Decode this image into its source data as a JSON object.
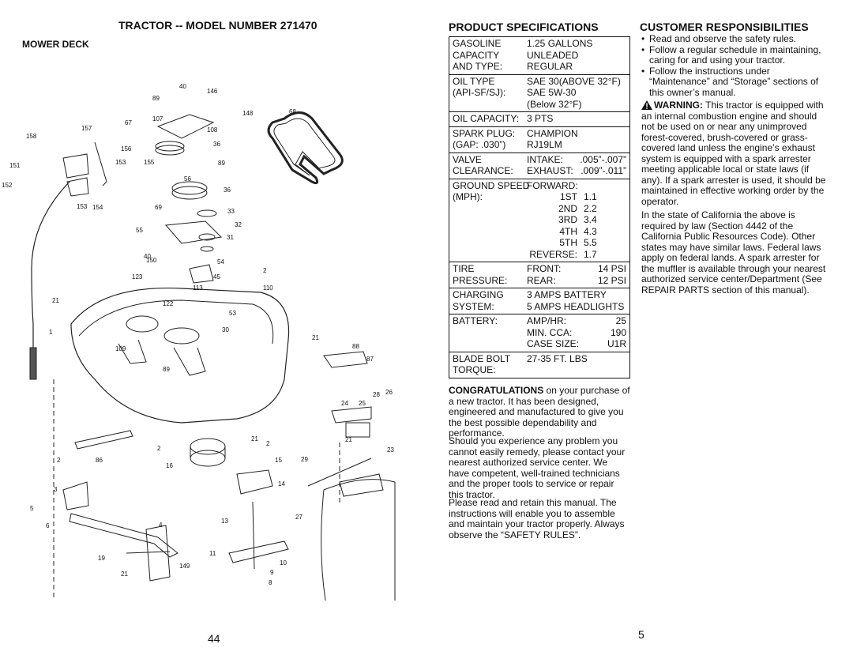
{
  "left_page": {
    "title": "TRACTOR -- MODEL NUMBER 271470",
    "subtitle": "MOWER DECK",
    "page_number": "44",
    "callouts": [
      "40",
      "146",
      "89",
      "148",
      "107",
      "67",
      "108",
      "157",
      "158",
      "156",
      "36",
      "151",
      "153",
      "155",
      "89",
      "56",
      "152",
      "36",
      "153",
      "154",
      "69",
      "33",
      "32",
      "55",
      "31",
      "40",
      "54",
      "150",
      "2",
      "123",
      "45",
      "113",
      "110",
      "21",
      "122",
      "53",
      "1",
      "30",
      "21",
      "88",
      "109",
      "87",
      "89",
      "24",
      "25",
      "28",
      "26",
      "2",
      "21",
      "21",
      "2",
      "23",
      "2",
      "86",
      "16",
      "15",
      "29",
      "14",
      "3",
      "5",
      "27",
      "13",
      "6",
      "4",
      "11",
      "19",
      "10",
      "9",
      "21",
      "149",
      "8",
      "68"
    ]
  },
  "specs": {
    "title": "PRODUCT SPECIFICATIONS",
    "groups": [
      {
        "rows": [
          {
            "label": "GASOLINE",
            "value": "1.25 GALLONS"
          },
          {
            "label": "CAPACITY",
            "value": "UNLEADED"
          },
          {
            "label": "AND TYPE:",
            "value": "REGULAR"
          }
        ]
      },
      {
        "rows": [
          {
            "label": "OIL TYPE",
            "value": "SAE 30(ABOVE 32°F)"
          },
          {
            "label": "(API-SF/SJ):",
            "value": "SAE 5W-30"
          },
          {
            "label": "",
            "value": "(Below 32°F)"
          }
        ]
      },
      {
        "rows": [
          {
            "label": "OIL CAPACITY:",
            "value": "3 PTS"
          }
        ]
      },
      {
        "rows": [
          {
            "label": "SPARK PLUG:",
            "value": "CHAMPION"
          },
          {
            "label": "(GAP: .030”)",
            "value": "RJ19LM"
          }
        ]
      },
      {
        "rows": [
          {
            "label": "VALVE",
            "value_a": "INTAKE:",
            "value_b": ".005”-.007”"
          },
          {
            "label": "CLEARANCE:",
            "value_a": "EXHAUST:",
            "value_b": ".009”-.011”"
          }
        ]
      },
      {
        "rows": [
          {
            "label": "GROUND SPEED",
            "value": "FORWARD:"
          },
          {
            "label": "(MPH):",
            "gear": "1ST",
            "speed": "1.1"
          },
          {
            "label": "",
            "gear": "2ND",
            "speed": "2.2"
          },
          {
            "label": "",
            "gear": "3RD",
            "speed": "3.4"
          },
          {
            "label": "",
            "gear": "4TH",
            "speed": "4.3"
          },
          {
            "label": "",
            "gear": "5TH",
            "speed": "5.5"
          },
          {
            "label": "",
            "gear": "REVERSE:",
            "speed": "1.7"
          }
        ]
      },
      {
        "rows": [
          {
            "label": "TIRE",
            "value_a": "FRONT:",
            "value_b": "14 PSI"
          },
          {
            "label": "PRESSURE:",
            "value_a": "REAR:",
            "value_b": "12 PSI"
          }
        ]
      },
      {
        "rows": [
          {
            "label": "CHARGING",
            "value": "3 AMPS BATTERY"
          },
          {
            "label": "SYSTEM:",
            "value": "5 AMPS HEADLIGHTS"
          }
        ]
      },
      {
        "rows": [
          {
            "label": "BATTERY:",
            "value_a": "AMP/HR:",
            "value_b": "25"
          },
          {
            "label": "",
            "value_a": "MIN. CCA:",
            "value_b": "190"
          },
          {
            "label": "",
            "value_a": "CASE SIZE:",
            "value_b": "U1R"
          }
        ]
      },
      {
        "rows": [
          {
            "label": "BLADE BOLT",
            "value": "27-35 FT. LBS"
          },
          {
            "label": "TORQUE:",
            "value": ""
          }
        ]
      }
    ],
    "congrats_lead": "CONGRATULATIONS",
    "congrats_text": " on your purchase of a new tractor. It has been designed, engineered and manufactured to give you the best possible dependability and performance.",
    "experience_text": "Should you experience any problem you cannot easily remedy, please contact your nearest authorized service center. We have competent, well-trained technicians and the proper tools to service or repair this tractor.",
    "retain_text": "Please read and retain this manual. The instructions will enable you to assemble and maintain your tractor properly. Always observe the “SAFETY RULES”."
  },
  "responsibilities": {
    "title": "CUSTOMER RESPONSIBILITIES",
    "bullets": [
      "Read and observe the safety rules.",
      "Follow a regular schedule in maintaining, caring for and using your tractor.",
      "Follow the instructions under “Maintenance” and “Storage” sections of this owner’s manual."
    ],
    "warning_label": "WARNING:",
    "warning_text": " This tractor is equipped with an internal combustion engine and should not be used on or near any unimproved forest-covered, brush-covered or grass-covered land unless the engine’s exhaust system is equipped with a spark arrester meeting applicable local or state laws (if any). If a spark arrester is used, it should be maintained in effective working order by the operator.",
    "california_text": "In the state of California the above is required by law (Section 4442 of the California Public Resources Code). Other states may have similar laws. Federal laws apply on federal lands. A spark arrester for the muffler is available through your nearest authorized service center/Department (See REPAIR PARTS section of this manual).",
    "page_number": "5"
  }
}
